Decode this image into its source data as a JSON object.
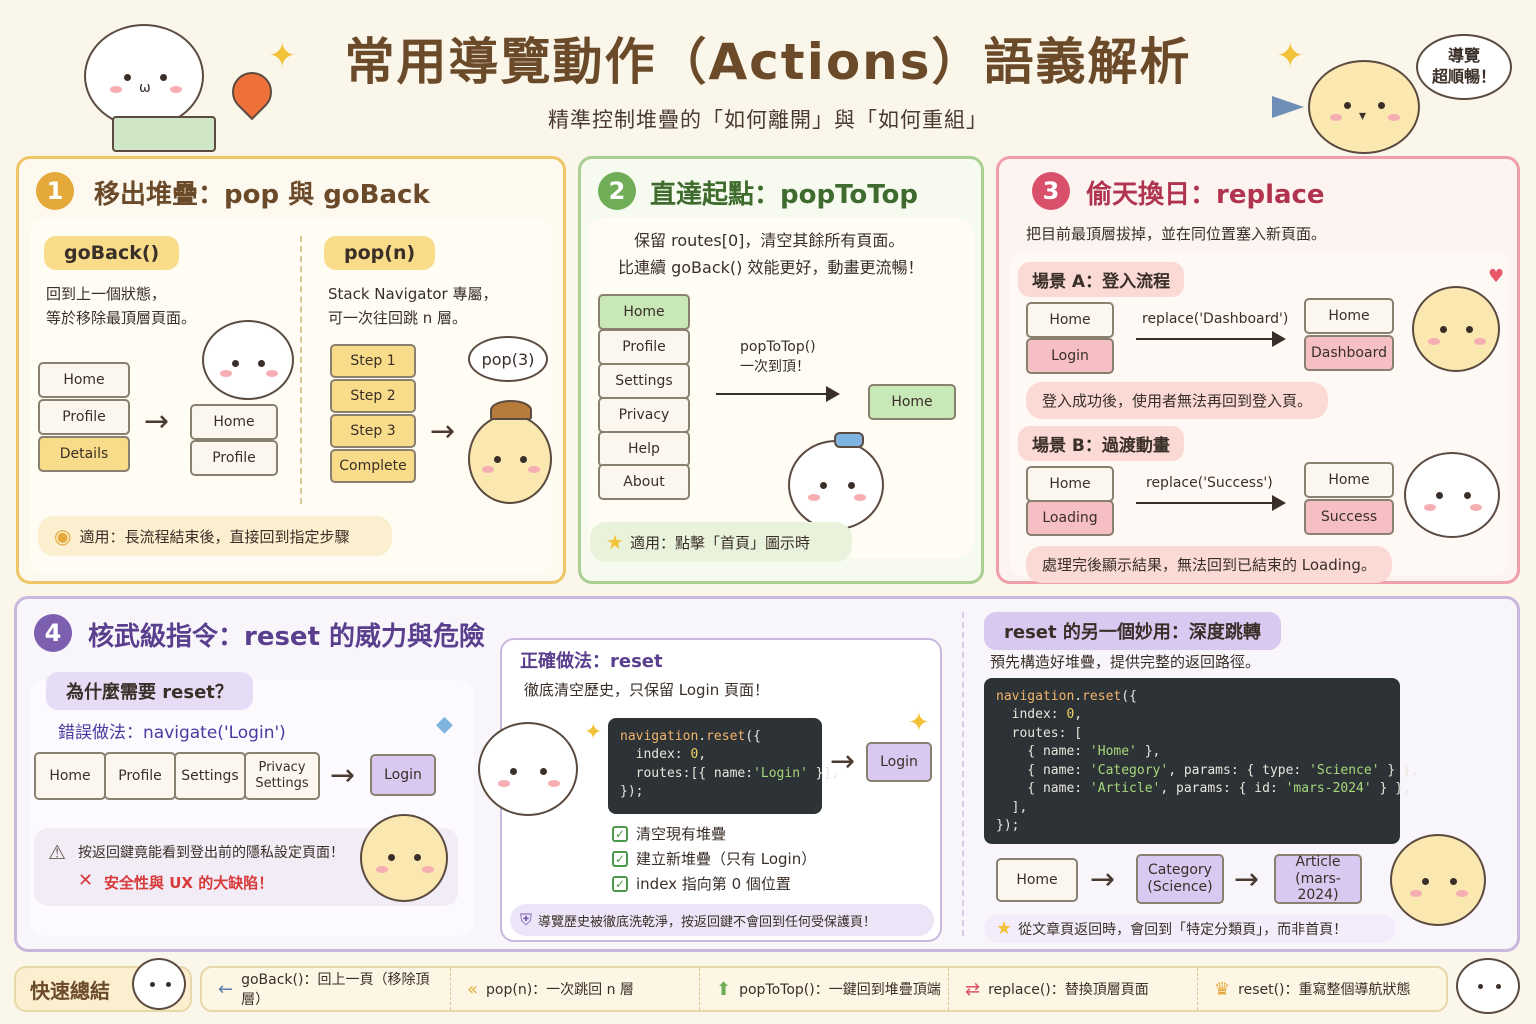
{
  "header": {
    "title": "常用導覽動作（Actions）語義解析",
    "subtitle": "精準控制堆疊的「如何離開」與「如何重組」",
    "bubble": "導覽\n超順暢！"
  },
  "colors": {
    "gold": "#e4a93a",
    "green": "#6fae56",
    "pink": "#d9506a",
    "purple": "#7d5fb0"
  },
  "s1": {
    "num": "1",
    "title": "移出堆疊：pop 與 goBack",
    "goback": {
      "label": "goBack()",
      "desc1": "回到上一個狀態，",
      "desc2": "等於移除最頂層頁面。",
      "before": [
        "Home",
        "Profile",
        "Details"
      ],
      "after": [
        "Home",
        "Profile"
      ]
    },
    "pop": {
      "label": "pop(n)",
      "desc1": "Stack Navigator 專屬，",
      "desc2": "可一次往回跳 n 層。",
      "steps": [
        "Step 1",
        "Step 2",
        "Step 3",
        "Complete"
      ],
      "bubble": "pop(3)"
    },
    "tip": "適用：長流程結束後，直接回到指定步驟"
  },
  "s2": {
    "num": "2",
    "title": "直達起點：popToTop",
    "desc1": "保留 routes[0]，清空其餘所有頁面。",
    "desc2": "比連續 goBack() 效能更好，動畫更流暢！",
    "stack": [
      "Home",
      "Profile",
      "Settings",
      "Privacy",
      "Help",
      "About"
    ],
    "action1": "popToTop()",
    "action2": "一次到頂！",
    "result": "Home",
    "tip": "適用：點擊「首頁」圖示時"
  },
  "s3": {
    "num": "3",
    "title": "偷天換日：replace",
    "desc": "把目前最頂層拔掉，並在同位置塞入新頁面。",
    "a": {
      "label": "場景 A：登入流程",
      "before": [
        "Home",
        "Login"
      ],
      "action": "replace('Dashboard')",
      "after": [
        "Home",
        "Dashboard"
      ],
      "note": "登入成功後，使用者無法再回到登入頁。"
    },
    "b": {
      "label": "場景 B：過渡動畫",
      "before": [
        "Home",
        "Loading"
      ],
      "action": "replace('Success')",
      "after": [
        "Home",
        "Success"
      ],
      "note": "處理完後顯示結果，無法回到已結束的 Loading。"
    }
  },
  "s4": {
    "num": "4",
    "title": "核武級指令：reset 的威力與危險",
    "why": {
      "label": "為什麼需要 reset？",
      "wrong": "錯誤做法：navigate('Login')",
      "stack": [
        "Home",
        "Profile",
        "Settings",
        "Privacy Settings"
      ],
      "result": "Login",
      "warn": "按返回鍵竟能看到登出前的隱私設定頁面！",
      "bad": "安全性與 UX 的大缺陷！"
    },
    "right": {
      "label": "正確做法：reset",
      "desc": "徹底清空歷史，只保留 Login 頁面！",
      "result": "Login",
      "checks": [
        "清空現有堆疊",
        "建立新堆疊（只有 Login）",
        "index 指向第 0 個位置"
      ],
      "shield": "導覽歷史被徹底洗乾淨，按返回鍵不會回到任何受保護頁！"
    },
    "deep": {
      "label": "reset 的另一個妙用：深度跳轉",
      "desc": "預先構造好堆疊，提供完整的返回路徑。",
      "flow": [
        "Home",
        "Category\n(Science)",
        "Article\n(mars-2024)"
      ],
      "tip": "從文章頁返回時，會回到「特定分類頁」，而非首頁！"
    }
  },
  "footer": {
    "label": "快速總結",
    "items": [
      {
        "icon": "arrow-left-icon",
        "text": "goBack()：回上一頁（移除頂層）"
      },
      {
        "icon": "double-chevron-icon",
        "text": "pop(n)：一次跳回 n 層"
      },
      {
        "icon": "arrow-up-icon",
        "text": "popToTop()：一鍵回到堆疊頂端"
      },
      {
        "icon": "swap-icon",
        "text": "replace()：替換頂層頁面"
      },
      {
        "icon": "crown-icon",
        "text": "reset()：重寫整個導航狀態"
      }
    ]
  }
}
